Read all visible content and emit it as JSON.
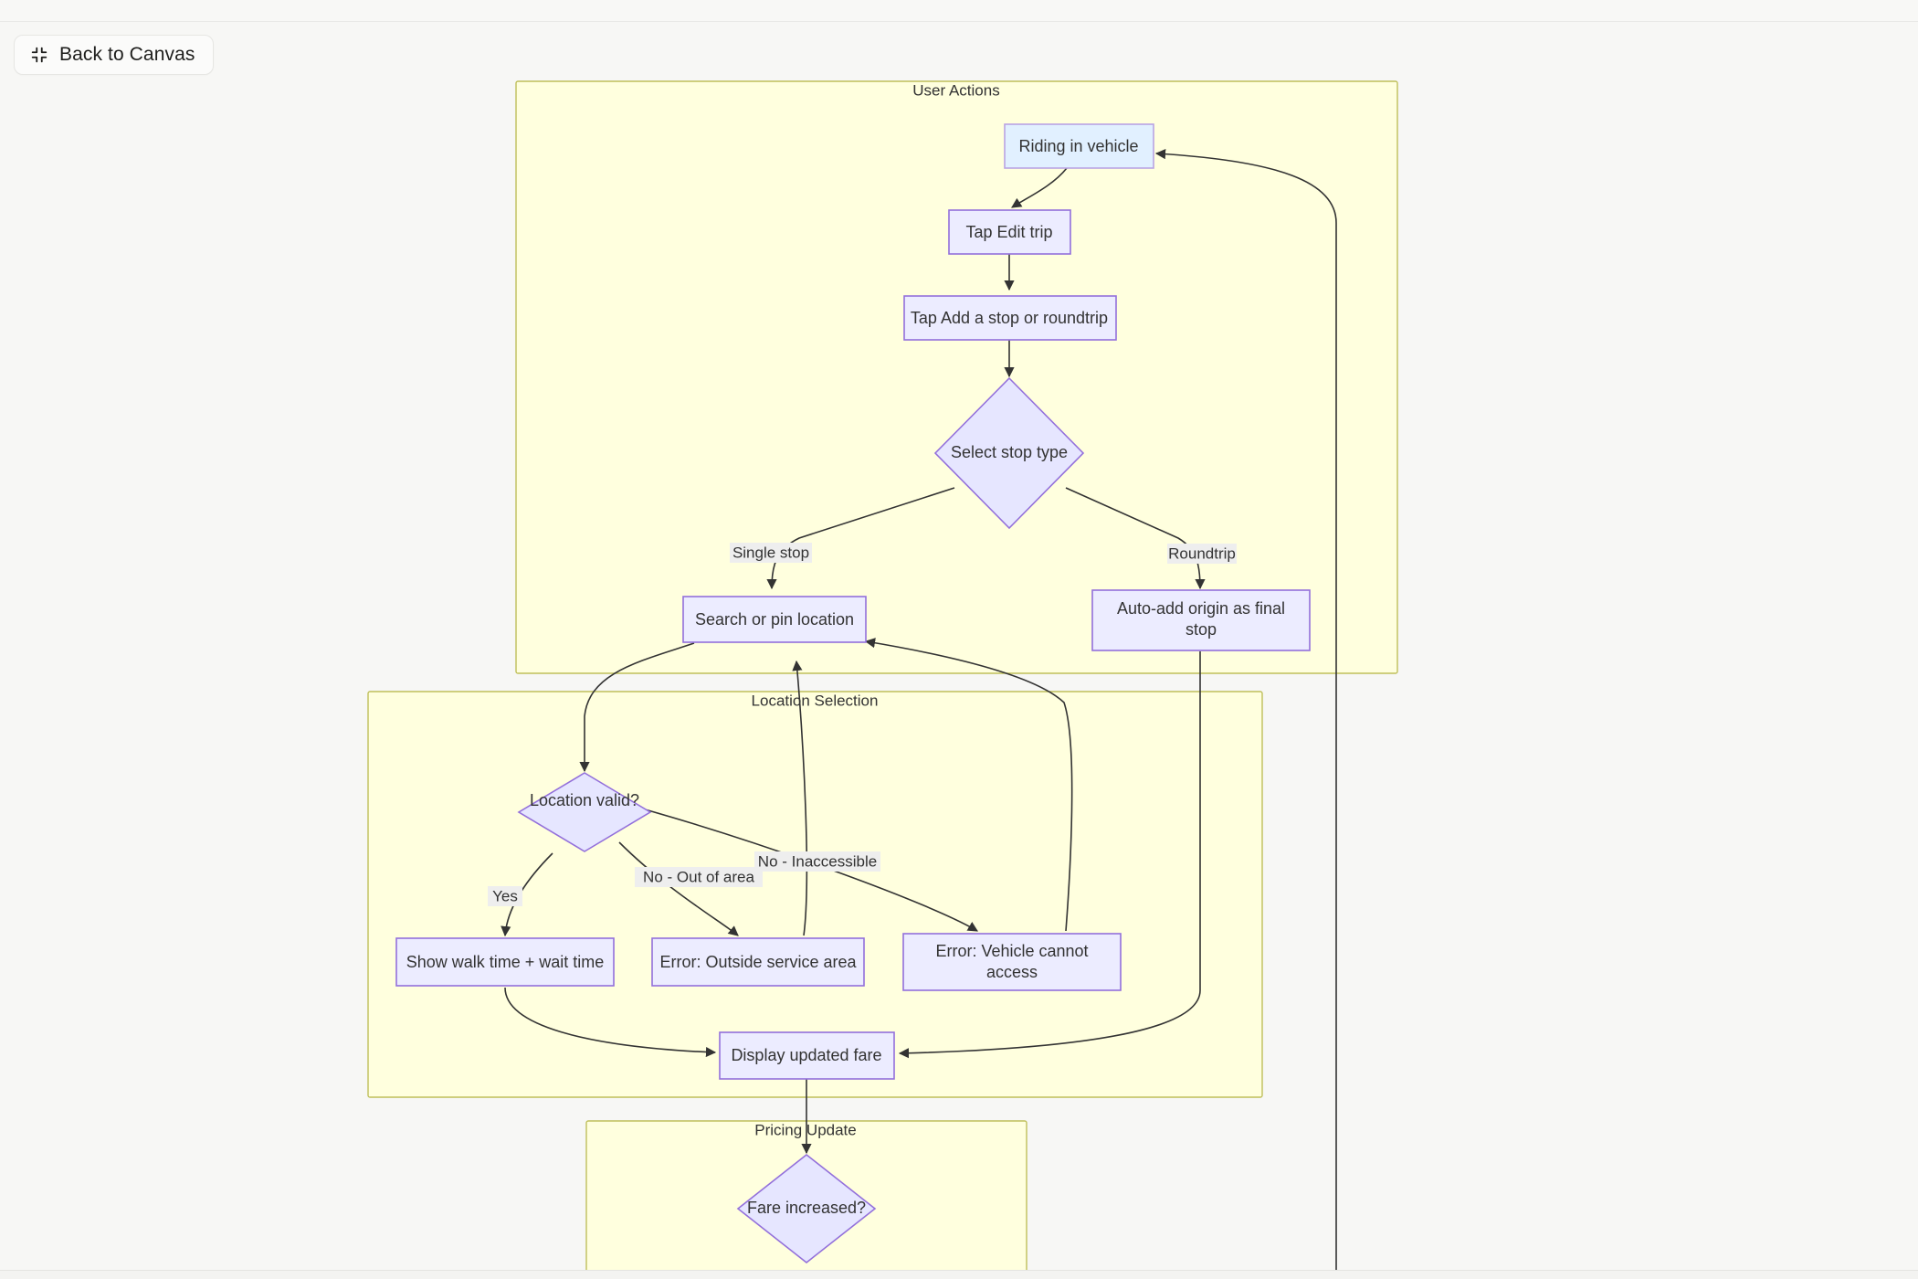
{
  "toolbar": {
    "back_button_label": "Back to Canvas",
    "back_button_icon": "collapse-icon"
  },
  "diagram": {
    "type": "flowchart",
    "direction": "top-down",
    "colors": {
      "cluster_fill": "#ffffde",
      "cluster_stroke": "#bfbf5a",
      "node_fill": "#ececff",
      "node_stroke": "#9370db",
      "highlight_node_fill": "#e1f0ff",
      "edge_stroke": "#333333",
      "edge_label_bg": "#eeeeee",
      "canvas_bg": "#f7f7f5"
    },
    "clusters": [
      {
        "id": "user_actions",
        "title": "User Actions"
      },
      {
        "id": "location_selection",
        "title": "Location Selection"
      },
      {
        "id": "pricing_update",
        "title": "Pricing Update"
      }
    ],
    "nodes": [
      {
        "id": "riding",
        "label": "Riding in vehicle",
        "shape": "rect",
        "cluster": "user_actions",
        "style": "highlight"
      },
      {
        "id": "edit_trip",
        "label": "Tap Edit trip",
        "shape": "rect",
        "cluster": "user_actions",
        "style": "default"
      },
      {
        "id": "add_stop",
        "label": "Tap Add a stop or roundtrip",
        "shape": "rect",
        "cluster": "user_actions",
        "style": "default"
      },
      {
        "id": "stop_type",
        "label": "Select stop type",
        "shape": "diamond",
        "cluster": "user_actions",
        "style": "default"
      },
      {
        "id": "search_pin",
        "label": "Search or pin location",
        "shape": "rect",
        "cluster": "user_actions",
        "style": "default"
      },
      {
        "id": "auto_add",
        "label_line1": "Auto-add origin as final",
        "label_line2": "stop",
        "shape": "rect",
        "cluster": "user_actions",
        "style": "default"
      },
      {
        "id": "loc_valid",
        "label": "Location valid?",
        "shape": "diamond",
        "cluster": "location_selection",
        "style": "default"
      },
      {
        "id": "walk_wait",
        "label": "Show walk time + wait time",
        "shape": "rect",
        "cluster": "location_selection",
        "style": "default"
      },
      {
        "id": "err_area",
        "label": "Error: Outside service area",
        "shape": "rect",
        "cluster": "location_selection",
        "style": "default"
      },
      {
        "id": "err_access",
        "label_line1": "Error: Vehicle cannot",
        "label_line2": "access",
        "shape": "rect",
        "cluster": "location_selection",
        "style": "default"
      },
      {
        "id": "disp_fare",
        "label": "Display updated fare",
        "shape": "rect",
        "cluster": "location_selection",
        "style": "default"
      },
      {
        "id": "fare_inc",
        "label": "Fare increased?",
        "shape": "diamond",
        "cluster": "pricing_update",
        "style": "default"
      }
    ],
    "edges": [
      {
        "from": "riding",
        "to": "edit_trip",
        "label": ""
      },
      {
        "from": "edit_trip",
        "to": "add_stop",
        "label": ""
      },
      {
        "from": "add_stop",
        "to": "stop_type",
        "label": ""
      },
      {
        "from": "stop_type",
        "to": "search_pin",
        "label": "Single stop"
      },
      {
        "from": "stop_type",
        "to": "auto_add",
        "label": "Roundtrip"
      },
      {
        "from": "search_pin",
        "to": "loc_valid",
        "label": ""
      },
      {
        "from": "loc_valid",
        "to": "walk_wait",
        "label": "Yes"
      },
      {
        "from": "loc_valid",
        "to": "err_area",
        "label": "No - Out of area"
      },
      {
        "from": "loc_valid",
        "to": "err_access",
        "label": "No - Inaccessible"
      },
      {
        "from": "err_area",
        "to": "search_pin",
        "label": ""
      },
      {
        "from": "err_access",
        "to": "search_pin",
        "label": ""
      },
      {
        "from": "walk_wait",
        "to": "disp_fare",
        "label": ""
      },
      {
        "from": "auto_add",
        "to": "disp_fare",
        "label": ""
      },
      {
        "from": "disp_fare",
        "to": "fare_inc",
        "label": ""
      },
      {
        "from": "fare_inc",
        "to": "riding",
        "label": ""
      }
    ],
    "edge_labels": [
      "Single stop",
      "Roundtrip",
      "Yes",
      "No - Out of area",
      "No - Inaccessible"
    ]
  }
}
